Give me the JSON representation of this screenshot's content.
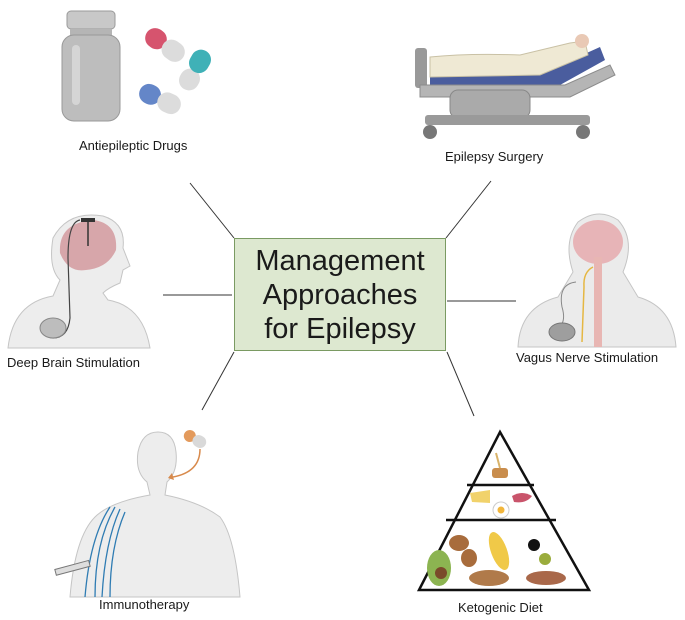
{
  "center": {
    "title": "Management\nApproaches\nfor Epilepsy",
    "fill_color": "#dde8d0",
    "border_color": "#7a9a62"
  },
  "approaches": [
    {
      "label": "Antiepileptic  Drugs",
      "icon": "pill-bottle-capsules-icon"
    },
    {
      "label": "Epilepsy Surgery",
      "icon": "hospital-bed-patient-icon"
    },
    {
      "label": "Deep Brain Stimulation",
      "icon": "head-brain-electrode-icon"
    },
    {
      "label": "Vagus Nerve Stimulation",
      "icon": "brain-vagus-nerve-icon"
    },
    {
      "label": "Immunotherapy",
      "icon": "body-injection-capsule-icon"
    },
    {
      "label": "Ketogenic Diet",
      "icon": "food-pyramid-icon"
    }
  ]
}
